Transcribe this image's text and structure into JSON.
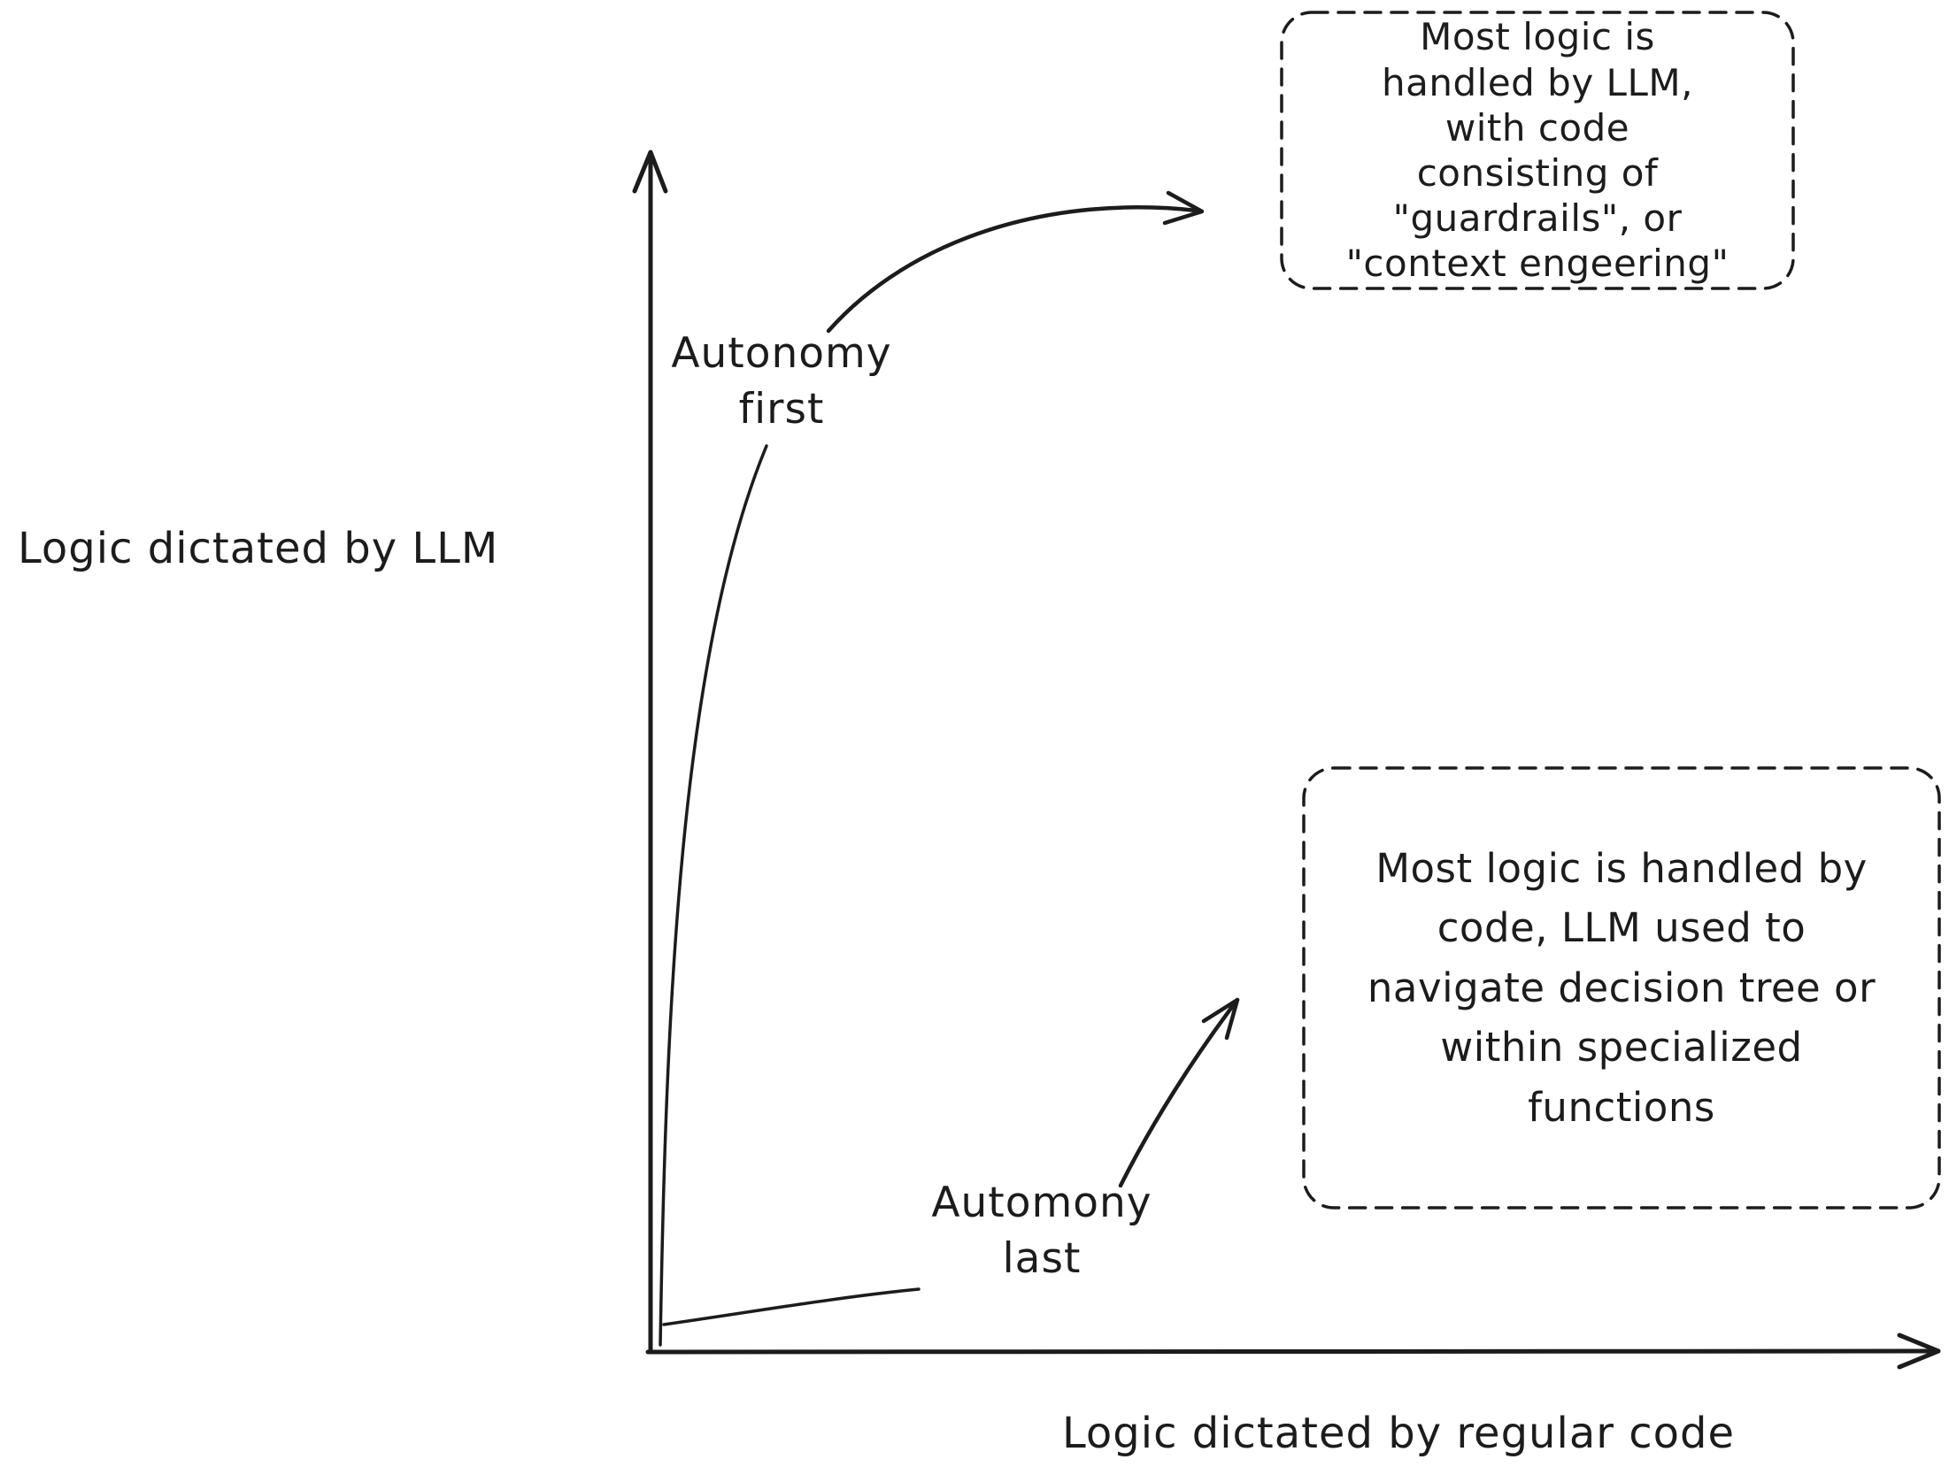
{
  "diagram": {
    "axes": {
      "y_label": "Logic dictated by LLM",
      "x_label": "Logic dictated by regular code"
    },
    "curve_labels": {
      "autonomy_first": "Autonomy\nfirst",
      "autonomy_last": "Automony\nlast"
    },
    "annotations": {
      "llm_box": "Most logic is\nhandled by LLM,\nwith code\nconsisting of\n\"guardrails\", or\n\"context engeering\"",
      "code_box": "Most logic is handled by\ncode, LLM used to\nnavigate decision tree or\nwithin specialized\nfunctions"
    },
    "colors": {
      "ink": "#1c1c1c",
      "background": "#ffffff"
    }
  }
}
